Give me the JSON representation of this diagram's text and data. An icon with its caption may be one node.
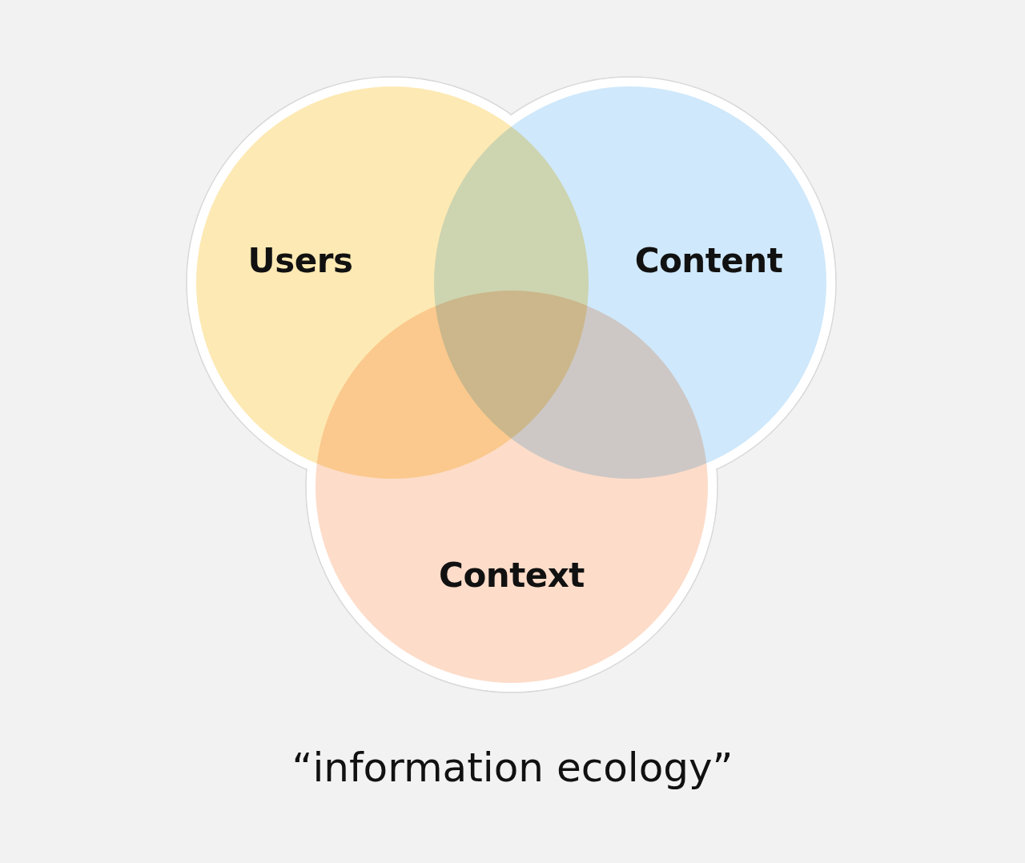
{
  "diagram": {
    "caption": "“information ecology”",
    "nodes": [
      {
        "text": [
          "Users"
        ]
      },
      {
        "text": [
          "Content"
        ]
      },
      {
        "text": [
          "Context"
        ]
      }
    ]
  }
}
